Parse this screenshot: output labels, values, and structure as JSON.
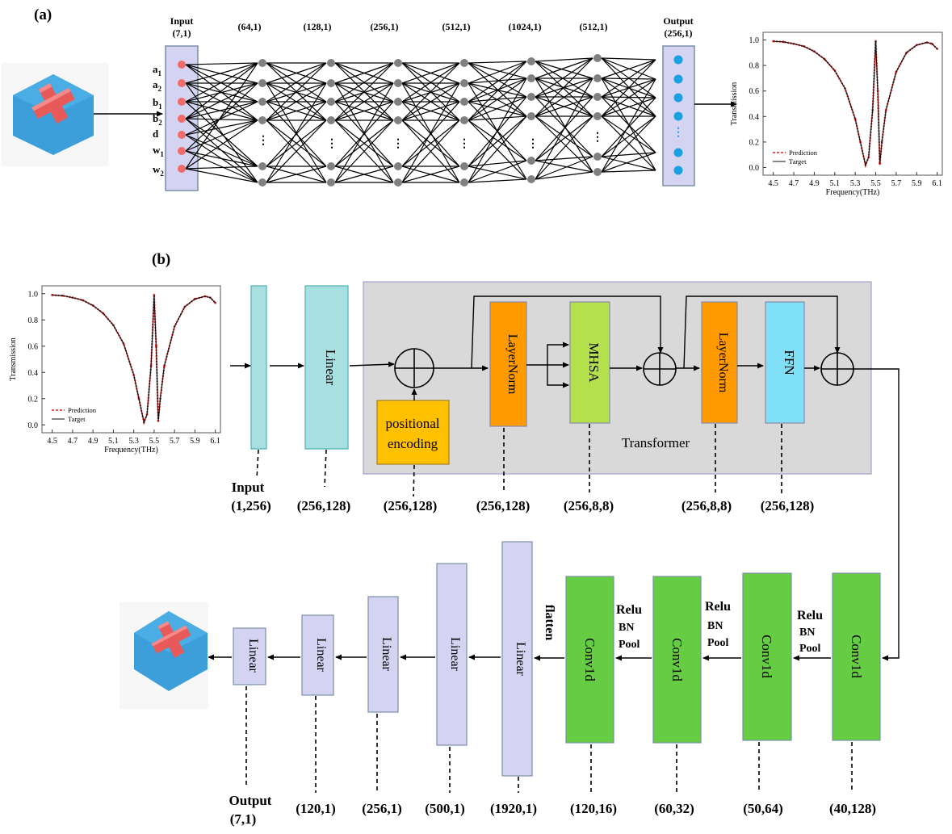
{
  "panel_a": {
    "label": "(a)",
    "input_title": "Input",
    "input_shape": "(7,1)",
    "inputs": [
      {
        "base": "a",
        "sub": "1"
      },
      {
        "base": "a",
        "sub": "2"
      },
      {
        "base": "b",
        "sub": "1"
      },
      {
        "base": "b",
        "sub": "2"
      },
      {
        "base": "d",
        "sub": ""
      },
      {
        "base": "w",
        "sub": "1"
      },
      {
        "base": "w",
        "sub": "2"
      }
    ],
    "hidden_shapes": [
      "(64,1)",
      "(128,1)",
      "(256,1)",
      "(512,1)",
      "(1024,1)",
      "(512,1)"
    ],
    "output_title": "Output",
    "output_shape": "(256,1)",
    "colors": {
      "input_node": "#f26b6b",
      "hidden_node": "#808080",
      "output_node": "#1ba1e2",
      "layer_box": "#d4d4f2"
    }
  },
  "panel_b": {
    "label": "(b)",
    "input_label": "Input",
    "input_shape": "(1,256)",
    "linear_label": "Linear",
    "linear_shape": "(256,128)",
    "pe_label_line1": "positional",
    "pe_label_line2": "encoding",
    "pe_shape": "(256,128)",
    "layernorm1": "LayerNorm",
    "layernorm1_shape": "(256,128)",
    "mhsa": "MHSA",
    "mhsa_shape": "(256,8,8)",
    "layernorm2": "LayerNorm",
    "layernorm2_shape": "(256,8,8)",
    "ffn": "FFN",
    "ffn_shape": "(256,128)",
    "transformer_label": "Transformer",
    "conv_label": "Conv1d",
    "conv_shapes": [
      "(40,128)",
      "(50,64)",
      "(60,32)",
      "(120,16)"
    ],
    "relu": "Relu",
    "bn": "BN",
    "pool": "Pool",
    "flatten": "flatten",
    "decoder_linear_label": "Linear",
    "decoder_shapes": [
      "(1920,1)",
      "(500,1)",
      "(256,1)",
      "(120,1)"
    ],
    "output_label": "Output",
    "output_shape": "(7,1)",
    "colors": {
      "linear": "#a8dfe0",
      "pe": "#ffc000",
      "layernorm": "#ff9a00",
      "mhsa": "#b4e14b",
      "ffn": "#80e0f7",
      "conv": "#66cc44",
      "decoder_linear": "#d4d4f2",
      "transformer_bg": "#d9d9d9"
    }
  },
  "chart_data": [
    {
      "type": "line",
      "panel": "a",
      "xlabel": "Frequency(THz)",
      "ylabel": "Transmission",
      "xlim": [
        4.4,
        6.15
      ],
      "ylim": [
        -0.06,
        1.06
      ],
      "xticks": [
        "4.5",
        "4.7",
        "4.9",
        "5.1",
        "5.3",
        "5.5",
        "5.7",
        "5.9",
        "6.1"
      ],
      "yticks": [
        "0.0",
        "0.2",
        "0.4",
        "0.6",
        "0.8",
        "1.0"
      ],
      "legend": "bottom-left",
      "series": [
        {
          "name": "Prediction",
          "style": "dashed",
          "color": "#e02020",
          "x": [
            4.5,
            4.6,
            4.7,
            4.8,
            4.9,
            5.0,
            5.1,
            5.2,
            5.3,
            5.35,
            5.4,
            5.43,
            5.47,
            5.5,
            5.52,
            5.54,
            5.56,
            5.6,
            5.7,
            5.8,
            5.9,
            6.0,
            6.05,
            6.1
          ],
          "y": [
            0.99,
            0.985,
            0.97,
            0.95,
            0.91,
            0.85,
            0.76,
            0.62,
            0.38,
            0.2,
            0.02,
            0.08,
            0.45,
            0.99,
            0.6,
            0.03,
            0.2,
            0.45,
            0.75,
            0.9,
            0.96,
            0.98,
            0.97,
            0.93
          ]
        },
        {
          "name": "Target",
          "style": "solid",
          "color": "#111111",
          "x": [
            4.5,
            4.6,
            4.7,
            4.8,
            4.9,
            5.0,
            5.1,
            5.2,
            5.3,
            5.35,
            5.4,
            5.43,
            5.47,
            5.5,
            5.52,
            5.54,
            5.56,
            5.6,
            5.7,
            5.8,
            5.9,
            6.0,
            6.05,
            6.1
          ],
          "y": [
            0.99,
            0.985,
            0.97,
            0.95,
            0.91,
            0.85,
            0.76,
            0.62,
            0.38,
            0.2,
            0.02,
            0.08,
            0.45,
            0.99,
            0.6,
            0.03,
            0.2,
            0.45,
            0.75,
            0.9,
            0.96,
            0.98,
            0.97,
            0.93
          ]
        }
      ]
    },
    {
      "type": "line",
      "panel": "b",
      "xlabel": "Frequency(THz)",
      "ylabel": "Transmission",
      "xlim": [
        4.4,
        6.15
      ],
      "ylim": [
        -0.06,
        1.06
      ],
      "xticks": [
        "4.5",
        "4.7",
        "4.9",
        "5.1",
        "5.3",
        "5.5",
        "5.7",
        "5.9",
        "6.1"
      ],
      "yticks": [
        "0.0",
        "0.2",
        "0.4",
        "0.6",
        "0.8",
        "1.0"
      ],
      "legend": "bottom-left",
      "series": [
        {
          "name": "Prediction",
          "style": "dashed",
          "color": "#e02020",
          "x": [
            4.5,
            4.6,
            4.7,
            4.8,
            4.9,
            5.0,
            5.1,
            5.2,
            5.3,
            5.35,
            5.4,
            5.43,
            5.47,
            5.5,
            5.52,
            5.54,
            5.56,
            5.6,
            5.7,
            5.8,
            5.9,
            6.0,
            6.05,
            6.1
          ],
          "y": [
            0.99,
            0.985,
            0.97,
            0.95,
            0.91,
            0.85,
            0.76,
            0.62,
            0.38,
            0.2,
            0.02,
            0.08,
            0.45,
            0.99,
            0.6,
            0.03,
            0.2,
            0.45,
            0.75,
            0.9,
            0.96,
            0.98,
            0.97,
            0.93
          ]
        },
        {
          "name": "Target",
          "style": "solid",
          "color": "#111111",
          "x": [
            4.5,
            4.6,
            4.7,
            4.8,
            4.9,
            5.0,
            5.1,
            5.2,
            5.3,
            5.35,
            5.4,
            5.43,
            5.47,
            5.5,
            5.52,
            5.54,
            5.56,
            5.6,
            5.7,
            5.8,
            5.9,
            6.0,
            6.05,
            6.1
          ],
          "y": [
            0.99,
            0.985,
            0.97,
            0.95,
            0.91,
            0.85,
            0.76,
            0.62,
            0.38,
            0.2,
            0.02,
            0.08,
            0.45,
            0.99,
            0.6,
            0.03,
            0.2,
            0.45,
            0.75,
            0.9,
            0.96,
            0.98,
            0.97,
            0.93
          ]
        }
      ]
    }
  ]
}
